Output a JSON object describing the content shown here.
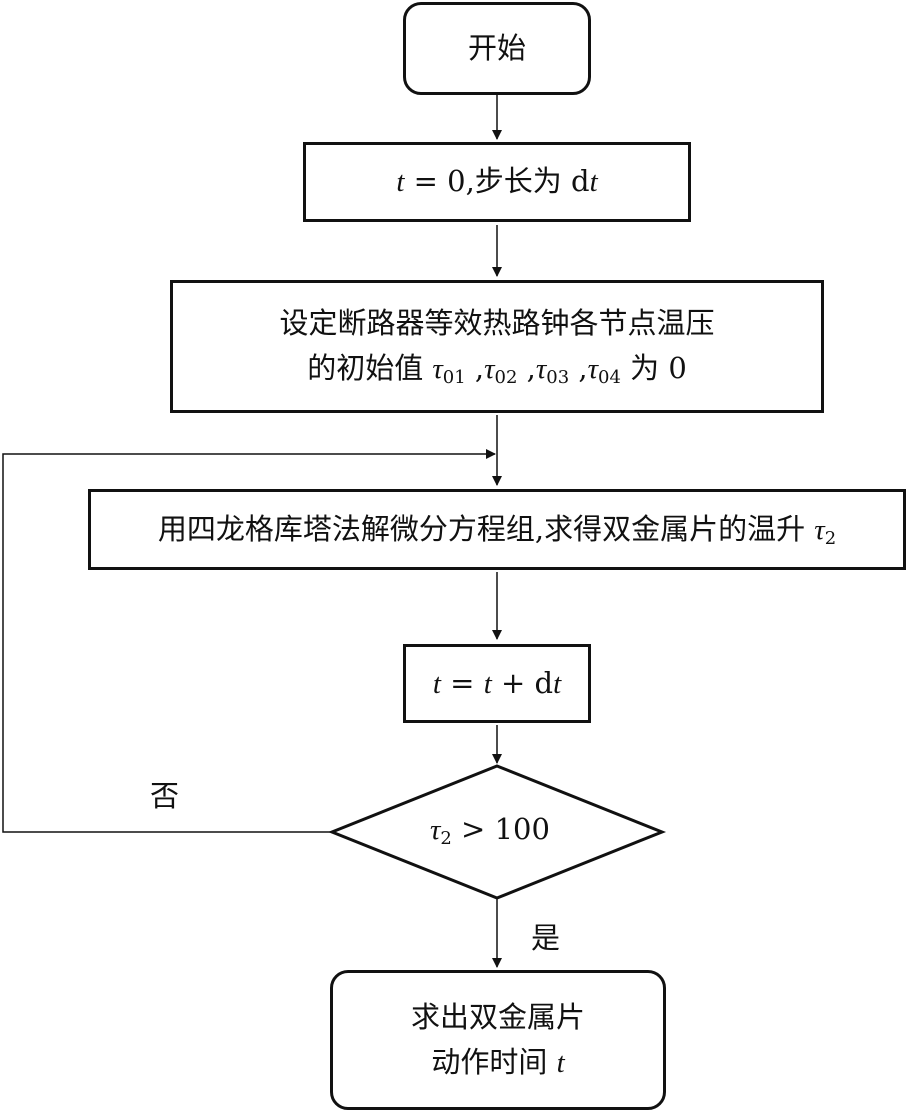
{
  "nodes": {
    "start": "开始",
    "init": {
      "lead": "t",
      "rest": " = 0,步长为 d",
      "tail": "t"
    },
    "set_initial": {
      "line1": "设定断路器等效热路钟各节点温压",
      "line2_pre": "的初始值 ",
      "tau": "τ",
      "sub1": "01",
      "sub2": "02",
      "sub3": "03",
      "sub4": "04",
      "sep": " ,",
      "line2_post": " 为 0"
    },
    "solve": {
      "text": "用四龙格库塔法解微分方程组,求得双金属片的温升 ",
      "tau": "τ",
      "sub": "2"
    },
    "step": {
      "t1": "t",
      "mid": " = ",
      "t2": "t",
      "plus": " + d",
      "t3": "t"
    },
    "decision": {
      "tau": "τ",
      "sub": "2",
      "cond": "  > 100"
    },
    "end": {
      "line1": "求出双金属片",
      "line2": "动作时间 ",
      "t": "t"
    }
  },
  "edges": {
    "no_label": "否",
    "yes_label": "是"
  }
}
